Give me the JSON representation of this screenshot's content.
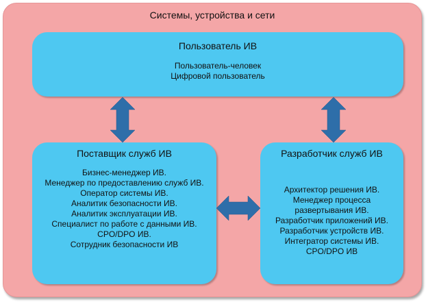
{
  "outer": {
    "title": "Системы, устройства и сети"
  },
  "user_box": {
    "title": "Пользователь ИВ",
    "items": [
      "Пользователь-человек",
      "Цифровой пользователь"
    ]
  },
  "provider_box": {
    "title": "Поставщик служб ИВ",
    "items": [
      "Бизнес-менеджер ИВ.",
      "Менеджер по предоставлению служб ИВ.",
      "Оператор системы ИВ.",
      "Аналитик безопасности ИВ.",
      "Аналитик эксплуатации ИВ.",
      "Специалист по работе с данными ИВ.",
      "CPO/DPO ИВ.",
      "Сотрудник безопасности ИВ"
    ]
  },
  "developer_box": {
    "title": "Разработчик служб ИВ",
    "items": [
      "Архитектор решения ИВ.",
      "Менеджер процесса",
      "развертывания ИВ.",
      "Разработчик приложений ИВ.",
      "Разработчик устройств ИВ.",
      "Интегратор системы ИВ.",
      "CPO/DPO ИВ"
    ]
  },
  "colors": {
    "outer_fill": "#f4a6a7",
    "box_fill": "#4ec8f1",
    "arrow_fill": "#2e6ea9"
  }
}
